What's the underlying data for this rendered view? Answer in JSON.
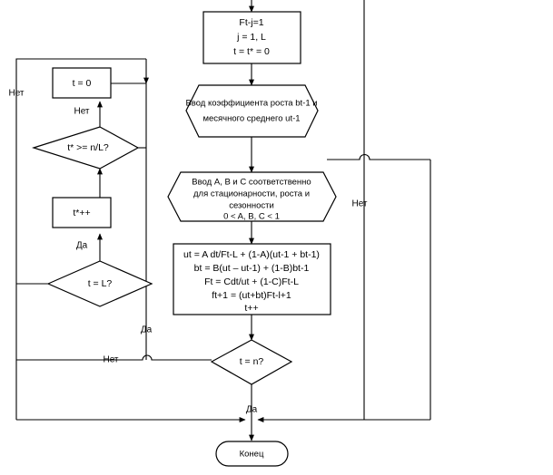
{
  "diagram": {
    "title": "Holt-Winters forecasting algorithm flowchart",
    "language": "ru",
    "colors": {
      "stroke": "#000000",
      "fill": "#ffffff",
      "text": "#000000"
    },
    "nodes": [
      {
        "id": "init",
        "type": "process",
        "lines": [
          "Ft-j=1",
          "j = 1, L",
          "t = t* = 0"
        ]
      },
      {
        "id": "input-growth",
        "type": "data",
        "lines": [
          "Ввод коэффициента роста bt-1 и",
          "месячного среднего ut-1"
        ]
      },
      {
        "id": "input-abc",
        "type": "data",
        "lines": [
          "Ввод A, B и C соответственно",
          "для стационарности, роста и",
          "сезонности",
          "0 < A, B, C < 1"
        ]
      },
      {
        "id": "t-zero",
        "type": "process",
        "lines": [
          "t = 0"
        ]
      },
      {
        "id": "check-tstar",
        "type": "decision",
        "lines": [
          "t* >= n/L?"
        ]
      },
      {
        "id": "tstar-inc",
        "type": "process",
        "lines": [
          "t*++"
        ]
      },
      {
        "id": "check-t-equals-l",
        "type": "decision",
        "lines": [
          "t = L?"
        ]
      },
      {
        "id": "compute",
        "type": "process",
        "lines": [
          "ut = A dt/Ft-L + (1-A)(ut-1 + bt-1)",
          "bt = B(ut – ut-1) + (1-B)bt-1",
          "Ft = Cdt/ut + (1-C)Ft-L",
          "ft+1 = (ut+bt)Ft-l+1",
          "t++"
        ]
      },
      {
        "id": "check-t-equals-n",
        "type": "decision",
        "lines": [
          "t = n?"
        ]
      },
      {
        "id": "end",
        "type": "terminator",
        "lines": [
          "Конец"
        ]
      }
    ],
    "edge_labels": {
      "left_loop_no": "Нет",
      "tzero_no": "Нет",
      "tstar_yes": "Да",
      "right_no": "Нет",
      "mid_yes": "Да",
      "tn_no": "Нет",
      "tn_yes": "Да"
    }
  }
}
